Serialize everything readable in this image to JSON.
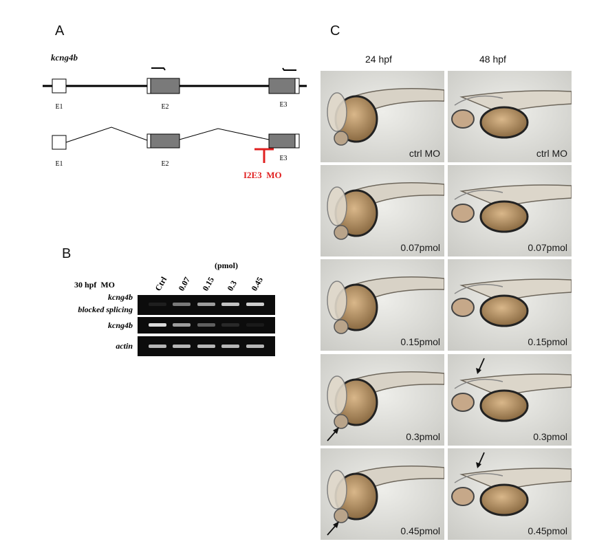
{
  "panelA": {
    "letter": "A",
    "gene": "kcng4b",
    "exons": [
      "E1",
      "E2",
      "E3"
    ],
    "morpholino": "I2E3  MO",
    "morpholino_color": "#e02020"
  },
  "panelB": {
    "letter": "B",
    "unit": "(pmol)",
    "row_header": "30 hpf  MO",
    "lanes": [
      "Ctrl",
      "0.07",
      "0.15",
      "0.3",
      "0.45"
    ],
    "rows": [
      {
        "label_line1": "kcng4b",
        "label_line2": "blocked splicing",
        "intensities": [
          0.08,
          0.45,
          0.6,
          0.75,
          0.8
        ]
      },
      {
        "label_line1": "kcng4b",
        "label_line2": "",
        "intensities": [
          0.85,
          0.6,
          0.35,
          0.12,
          0.06
        ]
      },
      {
        "label_line1": "actin",
        "label_line2": "",
        "intensities": [
          0.7,
          0.7,
          0.7,
          0.7,
          0.7
        ]
      }
    ]
  },
  "panelC": {
    "letter": "C",
    "columns": [
      "24 hpf",
      "48 hpf"
    ],
    "rows": [
      {
        "label": "ctrl MO",
        "arrow": false
      },
      {
        "label": "0.07pmol",
        "arrow": false
      },
      {
        "label": "0.15pmol",
        "arrow": false
      },
      {
        "label": "0.3pmol",
        "arrow": true
      },
      {
        "label": "0.45pmol",
        "arrow": true
      }
    ]
  }
}
